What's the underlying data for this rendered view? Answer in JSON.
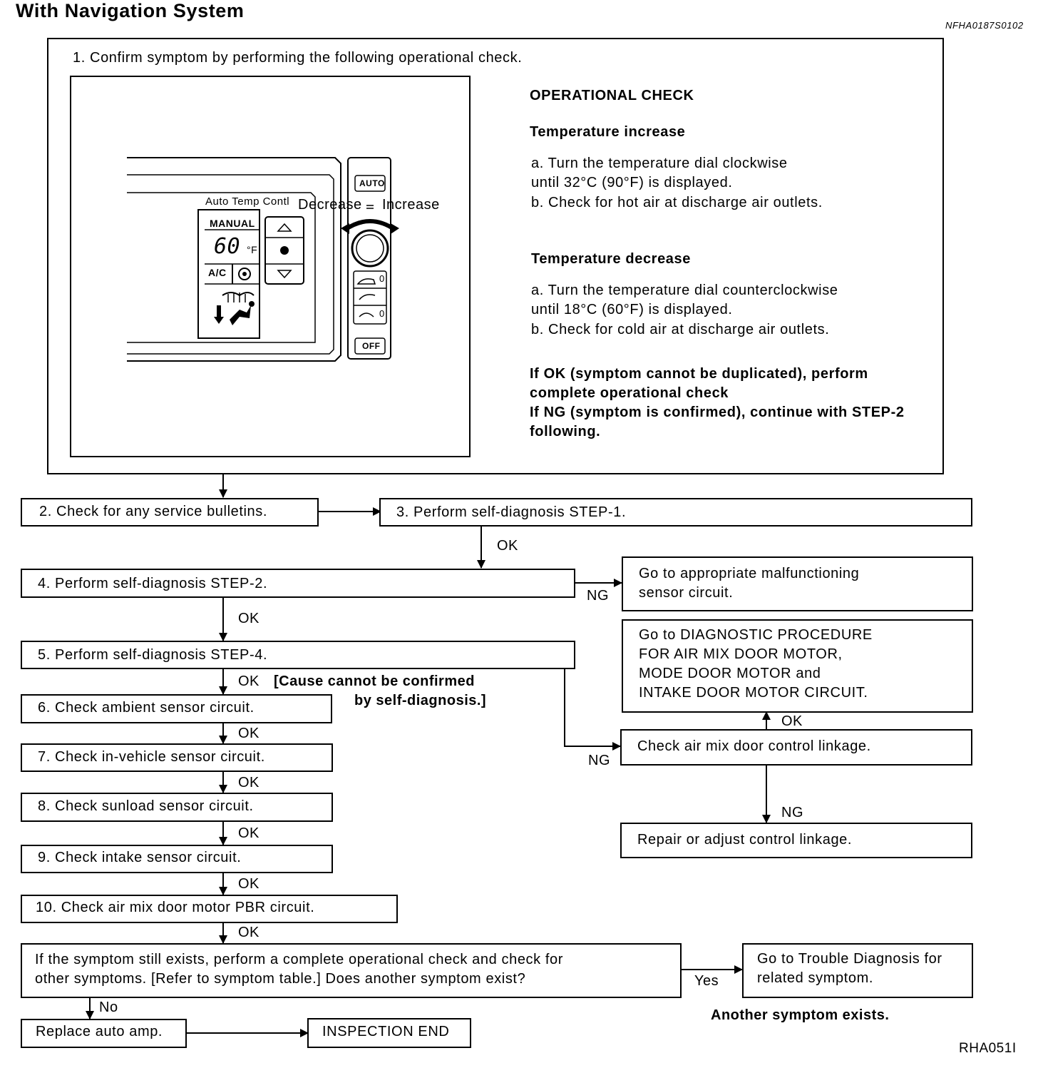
{
  "header": {
    "title": "With Navigation System",
    "ref_code": "NFHA0187S0102"
  },
  "step1": {
    "text": "1. Confirm symptom by performing the following operational check.",
    "panel": {
      "auto_temp_label": "Auto Temp Contl",
      "decrease_label": "Decrease",
      "increase_label": "Increase",
      "manual_label": "MANUAL",
      "temp_value": "60",
      "temp_unit": "°F",
      "ac_label": "A/C",
      "auto_button": "AUTO",
      "off_button": "OFF",
      "fan_level_1": "0",
      "fan_level_2": "0"
    },
    "operational_check": {
      "heading": "OPERATIONAL CHECK",
      "increase_heading": "Temperature increase",
      "increase_a1": "a. Turn the temperature dial clockwise",
      "increase_a2": "until 32°C (90°F) is displayed.",
      "increase_b": "b. Check for hot air at discharge air outlets.",
      "decrease_heading": "Temperature decrease",
      "decrease_a1": "a. Turn the temperature dial counterclockwise",
      "decrease_a2": "until 18°C (60°F) is displayed.",
      "decrease_b": "b. Check for cold air at discharge air outlets.",
      "result_1": "If OK (symptom cannot be duplicated), perform",
      "result_2": "complete operational check",
      "result_3": "If NG (symptom is confirmed), continue with STEP-2",
      "result_4": "following."
    }
  },
  "steps": {
    "s2": "2. Check for any service bulletins.",
    "s3": "3. Perform self-diagnosis STEP-1.",
    "s4": "4. Perform self-diagnosis STEP-2.",
    "s5": "5. Perform self-diagnosis STEP-4.",
    "s6": "6. Check ambient sensor circuit.",
    "s7": "7. Check in-vehicle sensor circuit.",
    "s8": "8. Check sunload sensor circuit.",
    "s9": "9. Check intake sensor circuit.",
    "s10": "10. Check air mix door motor PBR circuit.",
    "final_1": "If the symptom still exists, perform a complete operational check and check for",
    "final_2": "other symptoms. [Refer to symptom table.] Does another symptom exist?",
    "replace": "Replace auto amp.",
    "end": "INSPECTION END"
  },
  "side_boxes": {
    "sensor_1": "Go to appropriate malfunctioning",
    "sensor_2": "sensor circuit.",
    "diag_1": "Go to DIAGNOSTIC PROCEDURE",
    "diag_2": "FOR AIR MIX DOOR MOTOR,",
    "diag_3": "MODE DOOR MOTOR and",
    "diag_4": "INTAKE DOOR MOTOR CIRCUIT.",
    "linkage": "Check air mix door control linkage.",
    "repair": "Repair or adjust control linkage.",
    "trouble_1": "Go to Trouble Diagnosis for",
    "trouble_2": "related symptom."
  },
  "labels": {
    "ok": "OK",
    "ng": "NG",
    "yes": "Yes",
    "no": "No",
    "cause_1": "[Cause cannot be confirmed",
    "cause_2": "by self-diagnosis.]",
    "another": "Another symptom exists.",
    "figure_code": "RHA051I"
  }
}
